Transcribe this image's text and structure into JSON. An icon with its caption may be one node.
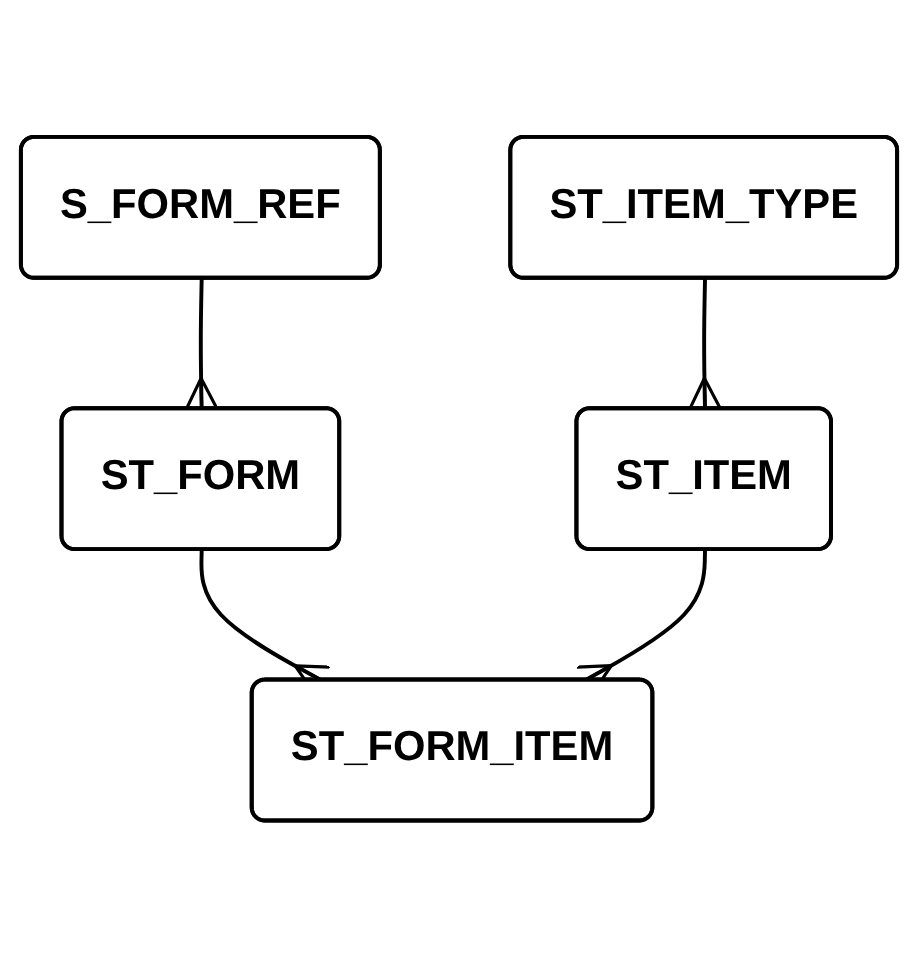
{
  "diagram": {
    "nodes": [
      {
        "text": [
          "ST_FORM"
        ]
      },
      {
        "text": [
          "S_FORM_REF"
        ]
      },
      {
        "text": [
          "ST_FORM_ITEM"
        ]
      },
      {
        "text": [
          "ST_ITEM"
        ]
      },
      {
        "text": [
          "ST_ITEM_TYPE"
        ]
      }
    ],
    "edges": [
      {
        "from": 1,
        "to": 0,
        "arrow": "other"
      },
      {
        "from": 0,
        "to": 2,
        "arrow": "other"
      },
      {
        "from": 3,
        "to": 2,
        "arrow": "other"
      },
      {
        "from": 4,
        "to": 3,
        "arrow": "other"
      }
    ]
  }
}
